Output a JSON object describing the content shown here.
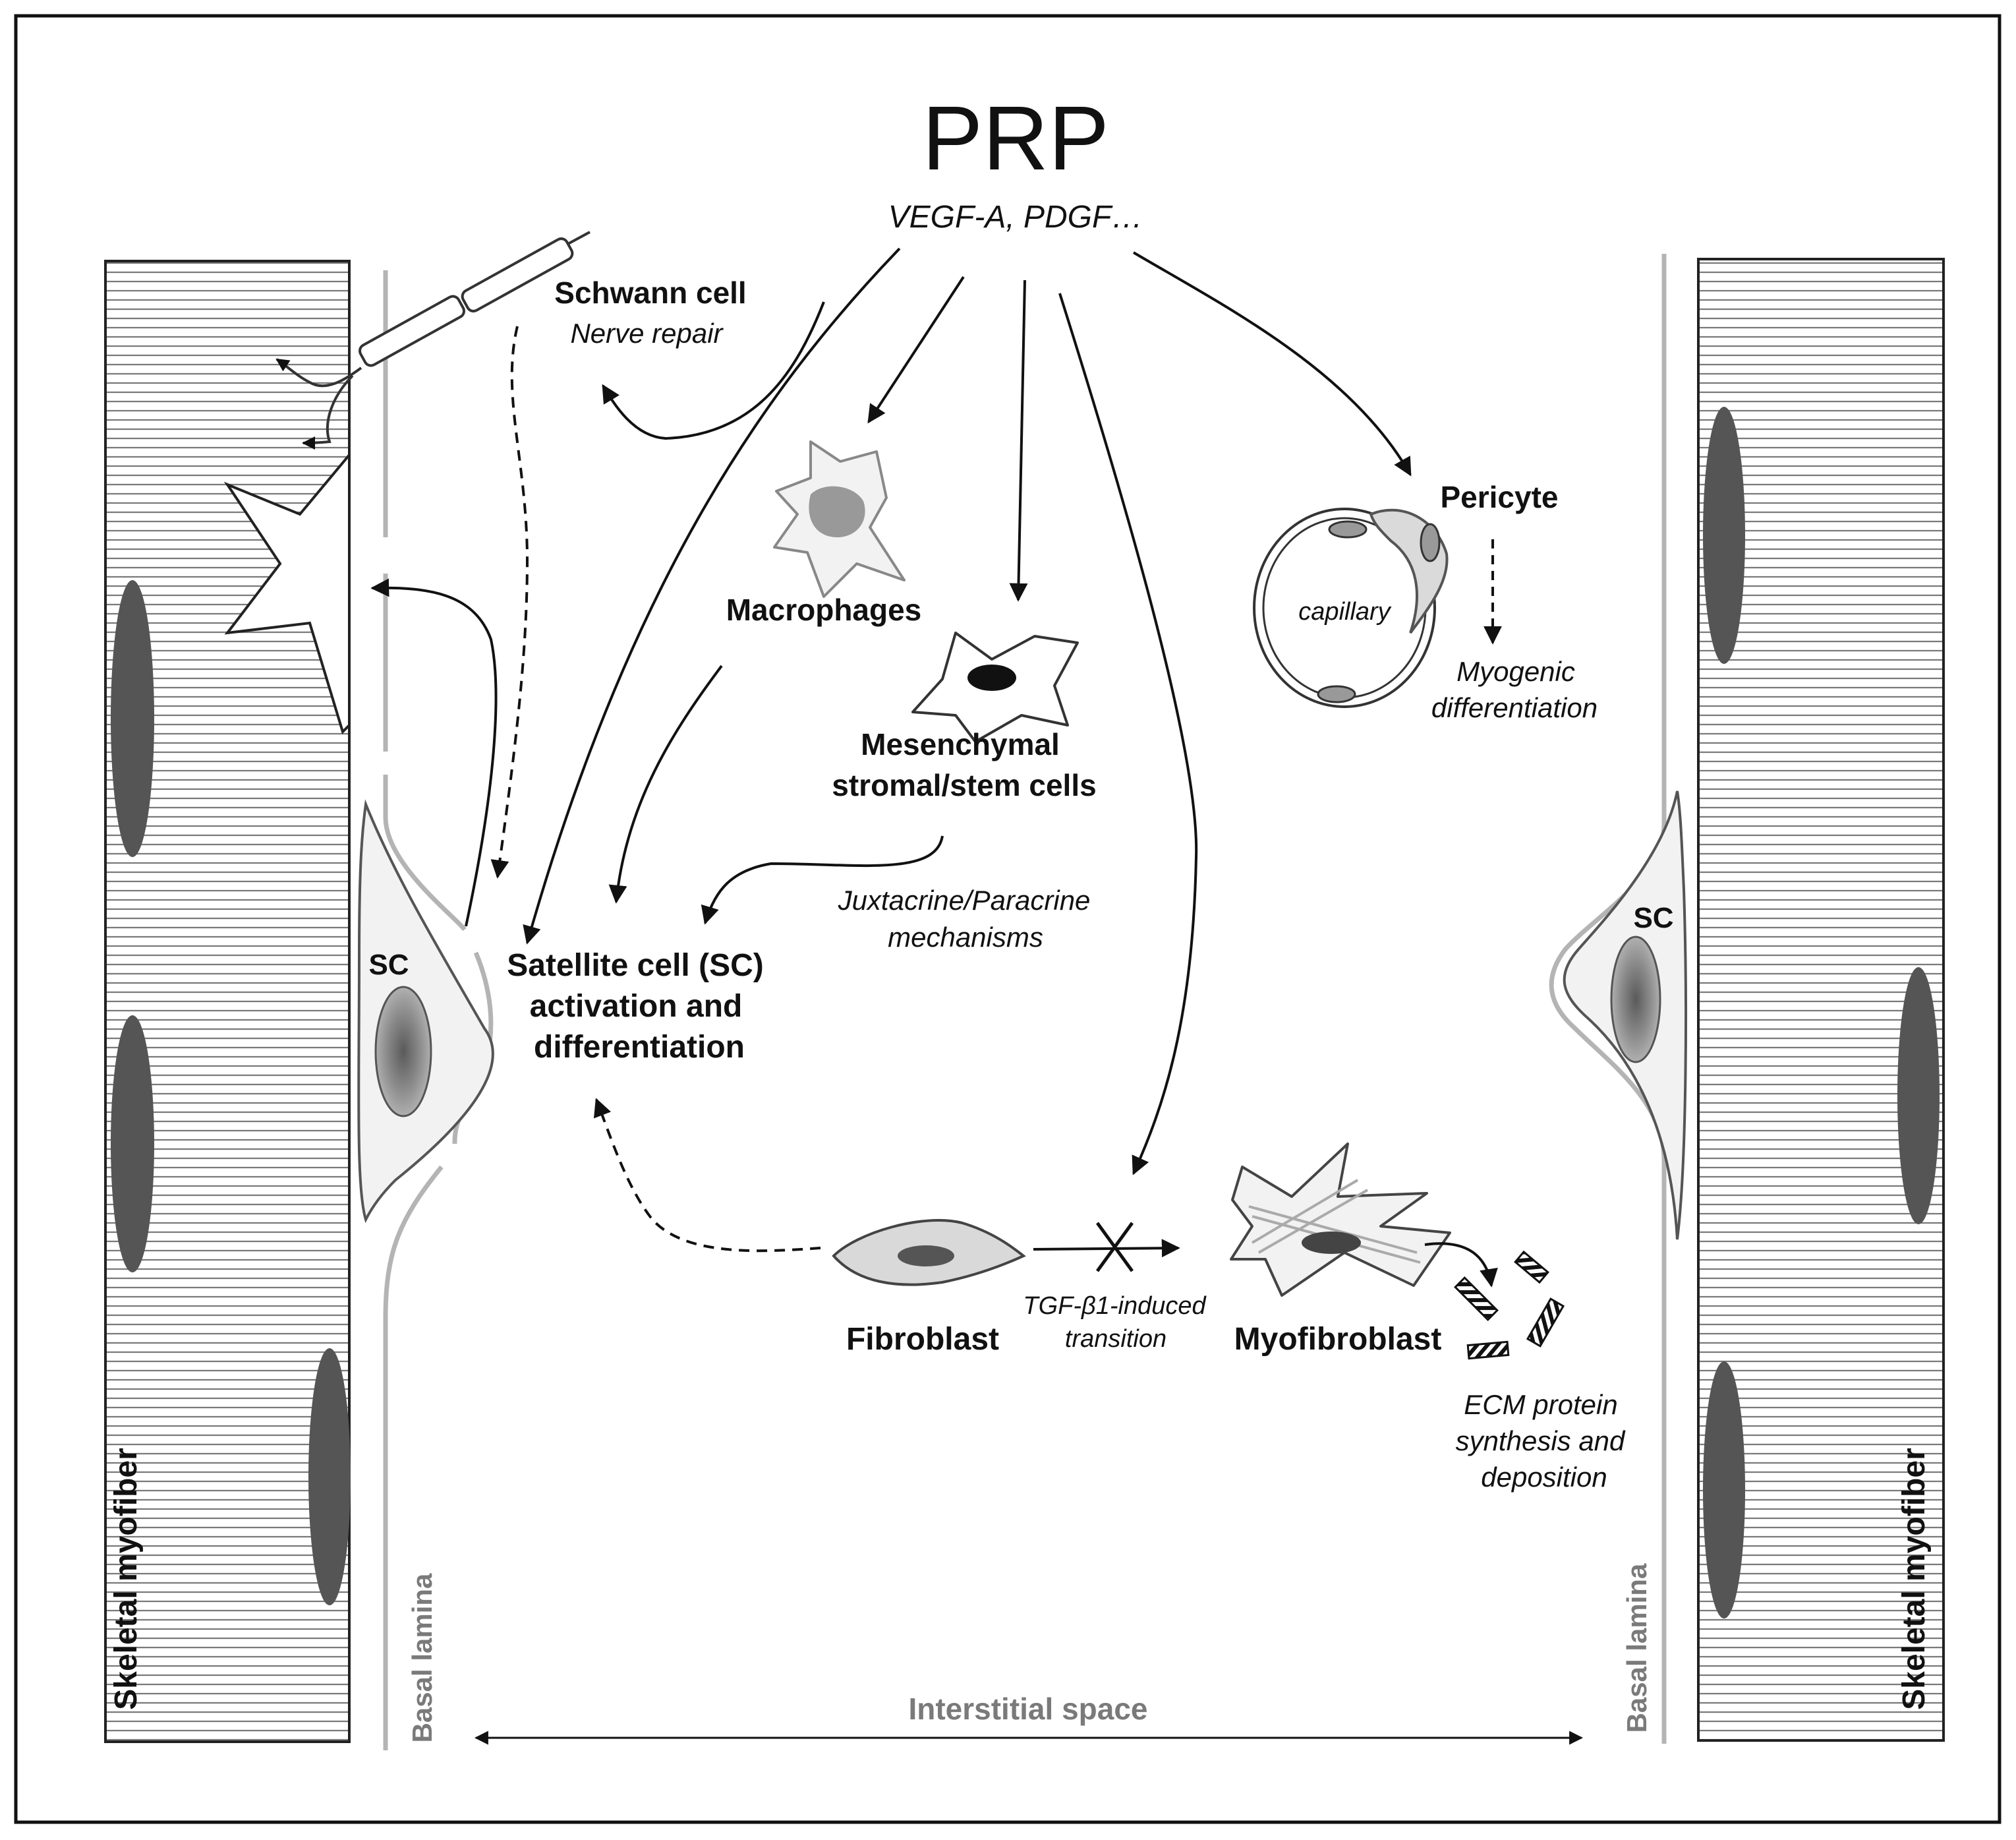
{
  "title": "PRP",
  "subtitle": "VEGF-A, PDGF…",
  "labels": {
    "schwann_cell": "Schwann cell",
    "nerve_repair": "Nerve repair",
    "macrophages": "Macrophages",
    "msc_line1": "Mesenchymal",
    "msc_line2": "stromal/stem cells",
    "juxtacrine_line1": "Juxtacrine/Paracrine",
    "juxtacrine_line2": "mechanisms",
    "satellite_line1": "Satellite cell (SC)",
    "satellite_line2": "activation and",
    "satellite_line3": "differentiation",
    "sc_left": "SC",
    "sc_right": "SC",
    "pericyte": "Pericyte",
    "capillary": "capillary",
    "myogenic_line1": "Myogenic",
    "myogenic_line2": "differentiation",
    "fibroblast": "Fibroblast",
    "myofibroblast": "Myofibroblast",
    "tgf_line1": "TGF-β1-induced",
    "tgf_line2": "transition",
    "ecm_line1": "ECM protein",
    "ecm_line2": "synthesis and",
    "ecm_line3": "deposition",
    "interstitial_space": "Interstitial space",
    "basal_lamina_left": "Basal lamina",
    "basal_lamina_right": "Basal lamina",
    "myofiber_left": "Skeletal myofiber",
    "myofiber_right": "Skeletal myofiber"
  },
  "colors": {
    "nucleus_dark": "#555555",
    "lamina_gray": "#b4b4b4",
    "cell_fill": "#f2f2f2",
    "stripe": "#7a7a7a"
  }
}
